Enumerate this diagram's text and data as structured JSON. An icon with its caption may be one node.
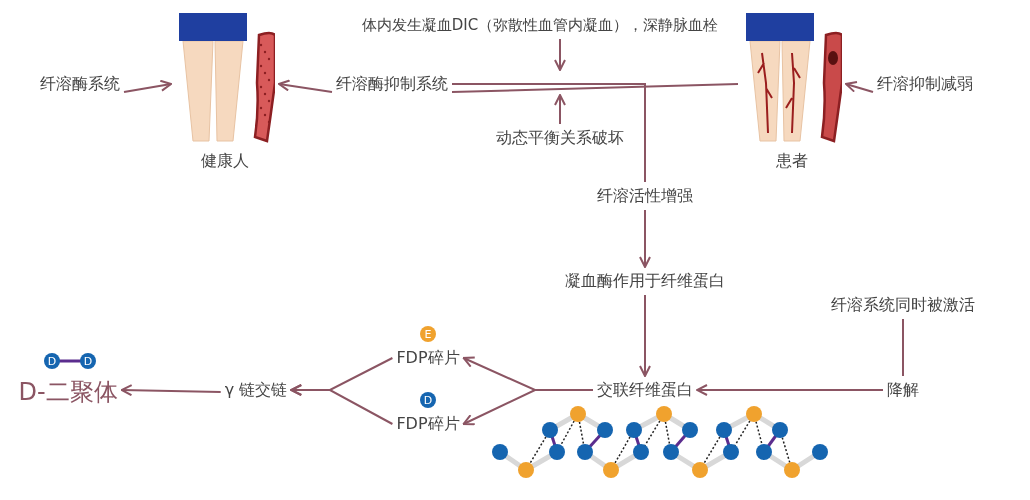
{
  "diagram": {
    "nodes": [
      {
        "text": [
          "纤溶酶系统"
        ]
      },
      {
        "text": [],
        "shape": "picture",
        "beside": [
          "健康人"
        ]
      },
      {
        "text": [
          "纤溶酶抑制系统"
        ]
      },
      {
        "text": [
          "体内发生凝血DIC（弥散性血管内凝血），深静脉血栓"
        ]
      },
      {
        "text": [
          "动态平衡关系破坏"
        ]
      },
      {
        "text": [],
        "shape": "picture",
        "beside": [
          "患者"
        ]
      },
      {
        "text": [
          "纤溶抑制减弱"
        ]
      },
      {
        "text": [
          "纤溶活性增强"
        ]
      },
      {
        "text": [
          "凝血酶作用于纤维蛋白"
        ]
      },
      {
        "text": [
          "纤溶系统同时被激活"
        ]
      },
      {
        "text": [
          "交联纤维蛋白"
        ]
      },
      {
        "text": [
          "降解"
        ]
      },
      {
        "text": [
          "FDP碎片"
        ]
      },
      {
        "text": [
          "FDP碎片"
        ]
      },
      {
        "text": [
          "γ 链交链"
        ]
      },
      {
        "text": [
          "D-二聚体"
        ]
      }
    ],
    "edges": [
      {
        "from": 0,
        "to": 1,
        "arrow": "to"
      },
      {
        "from": 2,
        "to": 1,
        "arrow": "to"
      },
      {
        "from": 2,
        "to": 5,
        "arrow": "none"
      },
      {
        "from": 2,
        "to": 7,
        "arrow": "none"
      },
      {
        "from": 3,
        "to": null,
        "arrow": "to"
      },
      {
        "from": 4,
        "to": null,
        "arrow": "to"
      },
      {
        "from": 6,
        "to": 5,
        "arrow": "to"
      },
      {
        "from": 7,
        "to": 8,
        "arrow": "to"
      },
      {
        "from": 8,
        "to": 10,
        "arrow": "to"
      },
      {
        "from": 9,
        "to": 11,
        "arrow": "none"
      },
      {
        "from": 11,
        "to": 10,
        "arrow": "to"
      },
      {
        "from": 10,
        "to": 12,
        "arrow": "to"
      },
      {
        "from": 10,
        "to": 13,
        "arrow": "to"
      },
      {
        "from": 12,
        "to": 14,
        "arrow": "to"
      },
      {
        "from": 13,
        "to": 14,
        "arrow": "to"
      },
      {
        "from": 14,
        "to": 15,
        "arrow": "to"
      }
    ],
    "labels": [
      "E",
      "D",
      "D",
      "D"
    ]
  }
}
